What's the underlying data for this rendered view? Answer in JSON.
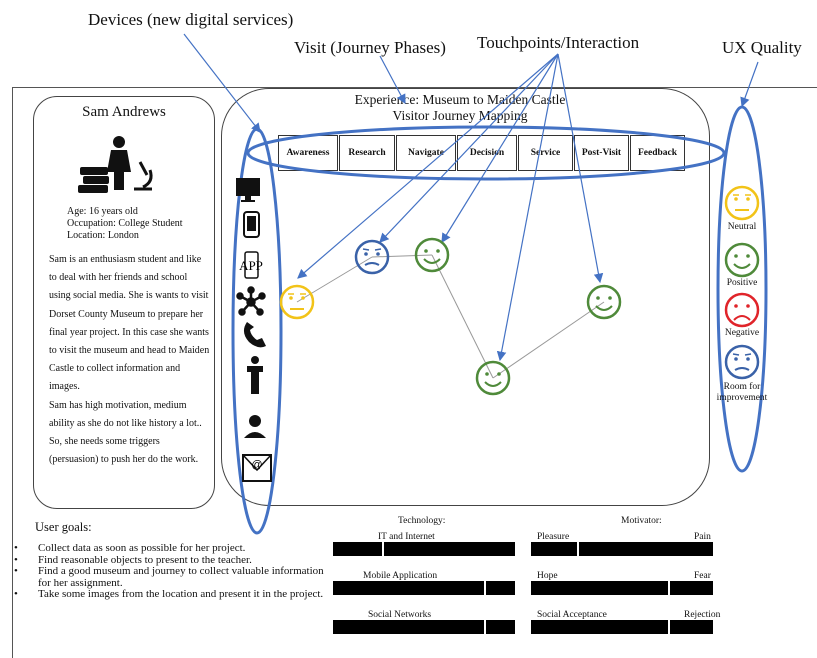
{
  "annotations": {
    "devices": "Devices (new digital services)",
    "visit": "Visit (Journey Phases)",
    "touchpoints": "Touchpoints/Interaction",
    "ux_quality": "UX Quality"
  },
  "persona": {
    "name": "Sam Andrews",
    "age": "Age: 16 years old",
    "occupation": "Occupation: College Student",
    "location": "Location: London",
    "bio": "Sam is an enthusiasm student and like to deal with her friends and school using social media. She is wants to visit Dorset County Museum to prepare her final year project. In this case she wants to visit the museum and head to Maiden Castle to collect information and images.",
    "bio2": "Sam has high motivation, medium ability as  she do not like history a lot.. So, she needs some triggers (persuasion) to push her do the work."
  },
  "experience": {
    "title_line1": "Experience: Museum to Maiden Castle",
    "title_line2": "Visitor Journey Mapping"
  },
  "phases": [
    "Awareness",
    "Research",
    "Navigate",
    "Decision",
    "Service",
    "Post-Visit",
    "Feedback"
  ],
  "devices": [
    "monitor-icon",
    "phone-icon",
    "app-icon",
    "network-icon",
    "telephone-icon",
    "kiosk-icon",
    "support-agent-icon",
    "email-icon"
  ],
  "app_label": "APP",
  "journey_emotions": [
    "neutral",
    "room-for-improvement",
    "positive",
    "positive",
    "positive"
  ],
  "ux_legend": [
    {
      "label": "Neutral",
      "color": "#f2c318",
      "mood": "neutral"
    },
    {
      "label": "Positive",
      "color": "#4f8a3a",
      "mood": "positive"
    },
    {
      "label": "Negative",
      "color": "#e0242a",
      "mood": "negative"
    },
    {
      "label": "Room for improvement",
      "color": "#3a62a8",
      "mood": "improve"
    }
  ],
  "goals": {
    "title": "User goals:",
    "items": [
      "Collect data as soon as possible for her project.",
      "Find reasonable objects to present to the teacher.",
      "Find a good museum and journey to collect valuable information for her assignment.",
      "Take some images from the location and present it in the project."
    ]
  },
  "technology": {
    "title": "Technology:",
    "bars": [
      {
        "label": "IT and Internet",
        "level": 0.27
      },
      {
        "label": "Mobile Application",
        "level": 0.83
      },
      {
        "label": "Social Networks",
        "level": 0.83
      }
    ]
  },
  "motivator": {
    "title": "Motivator:",
    "bars": [
      {
        "left": "Pleasure",
        "right": "Pain",
        "level": 0.25
      },
      {
        "left": "Hope",
        "right": "Fear",
        "level": 0.75
      },
      {
        "left": "Social Acceptance",
        "right": "Rejection",
        "level": 0.75
      }
    ]
  },
  "colors": {
    "accent_blue": "#4472c4",
    "neutral": "#f2c318",
    "positive": "#4f8a3a",
    "negative": "#e0242a",
    "improve": "#3a62a8"
  }
}
